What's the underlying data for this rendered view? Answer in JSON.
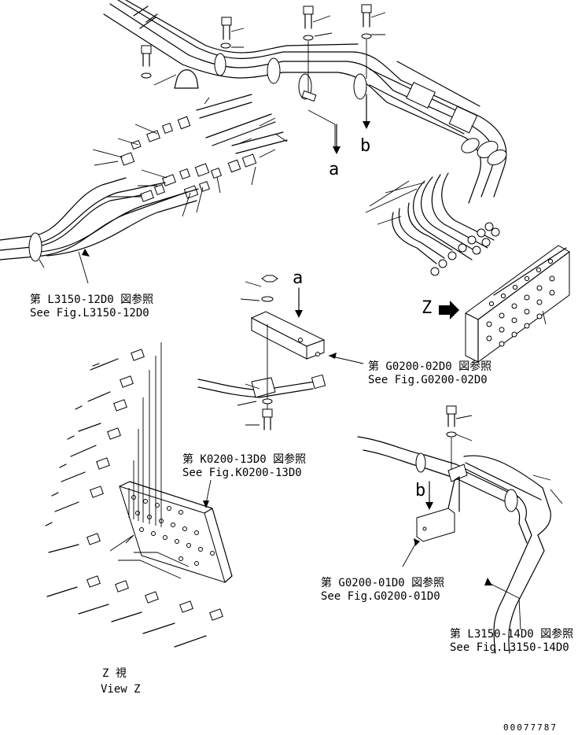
{
  "references": [
    {
      "id": "ref-l3150-12d0",
      "jp": "第 L3150-12D0 図参照",
      "en": "See Fig.L3150-12D0"
    },
    {
      "id": "ref-g0200-02d0",
      "jp": "第 G0200-02D0 図参照",
      "en": "See Fig.G0200-02D0"
    },
    {
      "id": "ref-k0200-13d0",
      "jp": "第 K0200-13D0 図参照",
      "en": "See Fig.K0200-13D0"
    },
    {
      "id": "ref-g0200-01d0",
      "jp": "第 G0200-01D0 図参照",
      "en": "See Fig.G0200-01D0"
    },
    {
      "id": "ref-l3150-14d0",
      "jp": "第 L3150-14D0 図参照",
      "en": "See Fig.L3150-14D0"
    }
  ],
  "markers": {
    "a": "a",
    "b": "b",
    "z": "Z"
  },
  "view_label": {
    "jp": "Z 視",
    "en": "View Z"
  },
  "drawing_number": "00077787"
}
